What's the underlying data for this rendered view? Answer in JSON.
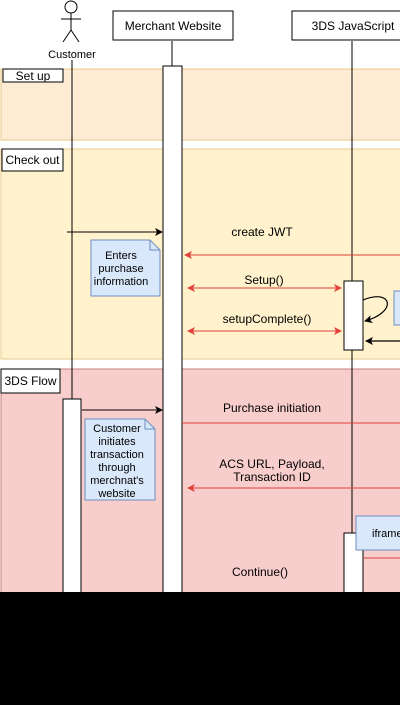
{
  "actors": {
    "customer": "Customer",
    "merchant": "Merchant Website",
    "threeds": "3DS JavaScript"
  },
  "sections": {
    "setup": "Set up",
    "checkout": "Check out",
    "flow": "3DS Flow"
  },
  "notes": {
    "enters_info": [
      "Enters",
      "purchase",
      "information"
    ],
    "customer_initiates": [
      "Customer",
      "initiates",
      "transaction",
      "through",
      "merchnat's",
      "website"
    ],
    "iframe": "iframe"
  },
  "messages": {
    "create_jwt": "create JWT",
    "setup_call": "Setup()",
    "setup_complete": "setupComplete()",
    "purchase_initiation": "Purchase initiation",
    "acs_response": [
      "ACS URL, Payload,",
      "Transaction ID"
    ],
    "continue_call": "Continue()"
  },
  "colors": {
    "setup_fill": "#fdebd3",
    "checkout_fill": "#fff2cc",
    "flow_fill": "#f8cecc",
    "note_fill": "#dae8fc",
    "note_stroke": "#6c8ebf",
    "arrow_red": "#e0413a",
    "line_black": "#000000",
    "background_black": "#000000"
  }
}
